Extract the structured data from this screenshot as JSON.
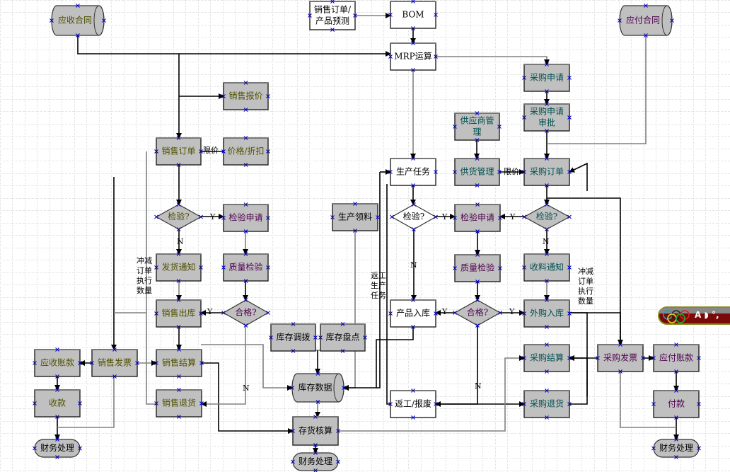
{
  "diagram": {
    "nodes": [
      {
        "id": "ar_contract",
        "label": "应收合同",
        "shape": "cylinder",
        "fill": "gray",
        "color": "#505000"
      },
      {
        "id": "so_forecast",
        "label": "销售订单/产品预测",
        "shape": "rect",
        "fill": "white",
        "color": "#000000"
      },
      {
        "id": "bom",
        "label": "BOM",
        "shape": "rect",
        "fill": "white",
        "color": "#000000"
      },
      {
        "id": "mrp",
        "label": "MRP运算",
        "shape": "rect",
        "fill": "white",
        "color": "#000000"
      },
      {
        "id": "ap_contract",
        "label": "应付合同",
        "shape": "cylinder",
        "fill": "gray",
        "color": "#500050"
      },
      {
        "id": "sales_quote",
        "label": "销售报价",
        "shape": "rect",
        "fill": "gray",
        "color": "#505000"
      },
      {
        "id": "sales_order",
        "label": "销售订单",
        "shape": "rect",
        "fill": "gray",
        "color": "#505000"
      },
      {
        "id": "price_analysis",
        "label": "价格/折扣",
        "shape": "rect",
        "fill": "gray",
        "color": "#505000"
      },
      {
        "id": "pr",
        "label": "采购申请",
        "shape": "rect",
        "fill": "gray",
        "color": "#005050"
      },
      {
        "id": "pr_approve",
        "label": "采购申请审批",
        "shape": "rect",
        "fill": "gray",
        "color": "#005050"
      },
      {
        "id": "supplier_mgmt",
        "label": "供应商管理",
        "shape": "rect",
        "fill": "gray",
        "color": "#005050"
      },
      {
        "id": "supply_mgmt",
        "label": "供货管理",
        "shape": "rect",
        "fill": "gray",
        "color": "#005050"
      },
      {
        "id": "po",
        "label": "采购订单",
        "shape": "rect",
        "fill": "gray",
        "color": "#005050"
      },
      {
        "id": "prod_task",
        "label": "生产任务",
        "shape": "rect",
        "fill": "white",
        "color": "#000000"
      },
      {
        "id": "sales_inspect_q",
        "label": "检验?",
        "shape": "diamond",
        "fill": "gray",
        "color": "#505000"
      },
      {
        "id": "sales_inspect_req",
        "label": "检验申请",
        "shape": "rect",
        "fill": "gray",
        "color": "#500050"
      },
      {
        "id": "prod_material",
        "label": "生产领料",
        "shape": "rect",
        "fill": "gray",
        "color": "#000000"
      },
      {
        "id": "prod_inspect_q",
        "label": "检验?",
        "shape": "diamond",
        "fill": "white",
        "color": "#000000"
      },
      {
        "id": "prod_inspect_req",
        "label": "检验申请",
        "shape": "rect",
        "fill": "gray",
        "color": "#500050"
      },
      {
        "id": "pur_inspect_q",
        "label": "检验?",
        "shape": "diamond",
        "fill": "gray",
        "color": "#005050"
      },
      {
        "id": "ship_notice",
        "label": "发货通知",
        "shape": "rect",
        "fill": "gray",
        "color": "#505000"
      },
      {
        "id": "sales_qc",
        "label": "质量检验",
        "shape": "rect",
        "fill": "gray",
        "color": "#500050"
      },
      {
        "id": "prod_qc",
        "label": "质量检验",
        "shape": "rect",
        "fill": "gray",
        "color": "#500050"
      },
      {
        "id": "receive_notice",
        "label": "收料通知",
        "shape": "rect",
        "fill": "gray",
        "color": "#005050"
      },
      {
        "id": "sales_out",
        "label": "销售出库",
        "shape": "rect",
        "fill": "gray",
        "color": "#505000"
      },
      {
        "id": "sales_pass_q",
        "label": "合格?",
        "shape": "diamond",
        "fill": "gray",
        "color": "#500050"
      },
      {
        "id": "prod_in",
        "label": "产品入库",
        "shape": "rect",
        "fill": "white",
        "color": "#000000"
      },
      {
        "id": "prod_pass_q",
        "label": "合格?",
        "shape": "diamond",
        "fill": "gray",
        "color": "#500050"
      },
      {
        "id": "pur_in",
        "label": "外购入库",
        "shape": "rect",
        "fill": "gray",
        "color": "#005050"
      },
      {
        "id": "inv_transfer",
        "label": "库存调拨",
        "shape": "rect",
        "fill": "gray",
        "color": "#000000"
      },
      {
        "id": "inv_count",
        "label": "库存盘点",
        "shape": "rect",
        "fill": "gray",
        "color": "#000000"
      },
      {
        "id": "ar",
        "label": "应收账款",
        "shape": "rect",
        "fill": "gray",
        "color": "#505000"
      },
      {
        "id": "sales_invoice",
        "label": "销售发票",
        "shape": "rect",
        "fill": "gray",
        "color": "#505000"
      },
      {
        "id": "sales_settle",
        "label": "销售结算",
        "shape": "rect",
        "fill": "gray",
        "color": "#505000"
      },
      {
        "id": "inv_data",
        "label": "库存数据",
        "shape": "cylinder",
        "fill": "gray",
        "color": "#000000"
      },
      {
        "id": "pur_settle",
        "label": "采购结算",
        "shape": "rect",
        "fill": "gray",
        "color": "#005050"
      },
      {
        "id": "pur_invoice",
        "label": "采购发票",
        "shape": "rect",
        "fill": "gray",
        "color": "#500050"
      },
      {
        "id": "ap",
        "label": "应付账款",
        "shape": "rect",
        "fill": "gray",
        "color": "#500050"
      },
      {
        "id": "receipt",
        "label": "收款",
        "shape": "rect",
        "fill": "gray",
        "color": "#505000"
      },
      {
        "id": "sales_return",
        "label": "销售退货",
        "shape": "rect",
        "fill": "gray",
        "color": "#505000"
      },
      {
        "id": "rework_scrap",
        "label": "返工/报废",
        "shape": "rect",
        "fill": "white",
        "color": "#000000"
      },
      {
        "id": "pur_return",
        "label": "采购退货",
        "shape": "rect",
        "fill": "gray",
        "color": "#005050"
      },
      {
        "id": "payment",
        "label": "付款",
        "shape": "rect",
        "fill": "gray",
        "color": "#500050"
      },
      {
        "id": "inv_accounting",
        "label": "存货核算",
        "shape": "rect",
        "fill": "gray",
        "color": "#000000"
      },
      {
        "id": "fin_left",
        "label": "财务处理",
        "shape": "terminal",
        "fill": "gray",
        "color": "#000000"
      },
      {
        "id": "fin_mid",
        "label": "财务处理",
        "shape": "terminal",
        "fill": "gray",
        "color": "#000000"
      },
      {
        "id": "fin_right",
        "label": "财务处理",
        "shape": "terminal",
        "fill": "gray",
        "color": "#000000"
      }
    ],
    "edge_labels": {
      "limit_price_left": "限价",
      "limit_price_right": "限价",
      "yes": "Y",
      "no": "N",
      "offset_left": "冲减订单执行数量",
      "offset_right": "冲减订单执行数量",
      "rework_task": "返工生产任务"
    },
    "colors": {
      "box_gray": "#c0c0c0",
      "grid": "#c8c8c8",
      "connector_marker": "#0000c0",
      "line_dark": "#000000",
      "line_gray": "#808080"
    }
  },
  "overlay": {
    "widget_text": "A ◗ °,"
  }
}
